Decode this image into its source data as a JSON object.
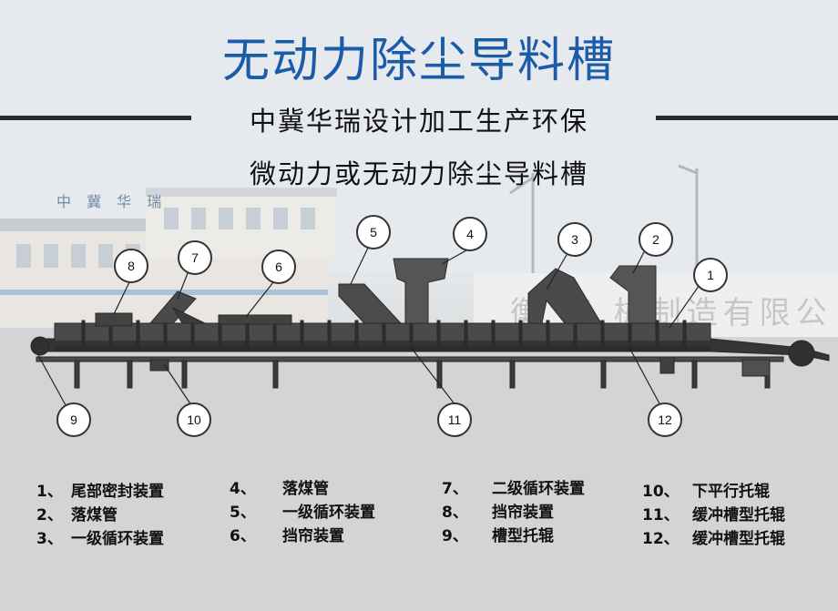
{
  "title": "无动力除尘导料槽",
  "subtitle1": "中冀华瑞设计加工生产环保",
  "subtitle2": "微动力或无动力除尘导料槽",
  "background_signs": {
    "building_sign": "中 冀 华 瑞",
    "wall_text": "衡 华 械制造有限公"
  },
  "callouts": [
    "1",
    "2",
    "3",
    "4",
    "5",
    "6",
    "7",
    "8",
    "9",
    "10",
    "11",
    "12"
  ],
  "legend": [
    {
      "num": "1、",
      "label": "尾部密封装置"
    },
    {
      "num": "2、",
      "label": "落煤管"
    },
    {
      "num": "3、",
      "label": "一级循环装置"
    },
    {
      "num": "4、",
      "label": "落煤管"
    },
    {
      "num": "5、",
      "label": "一级循环装置"
    },
    {
      "num": "6、",
      "label": "挡帘装置"
    },
    {
      "num": "7、",
      "label": "二级循环装置"
    },
    {
      "num": "8、",
      "label": "挡帘装置"
    },
    {
      "num": "9、",
      "label": "槽型托辊"
    },
    {
      "num": "10、",
      "label": "下平行托辊"
    },
    {
      "num": "11、",
      "label": "缓冲槽型托辊"
    },
    {
      "num": "12、",
      "label": "缓冲槽型托辊"
    }
  ]
}
